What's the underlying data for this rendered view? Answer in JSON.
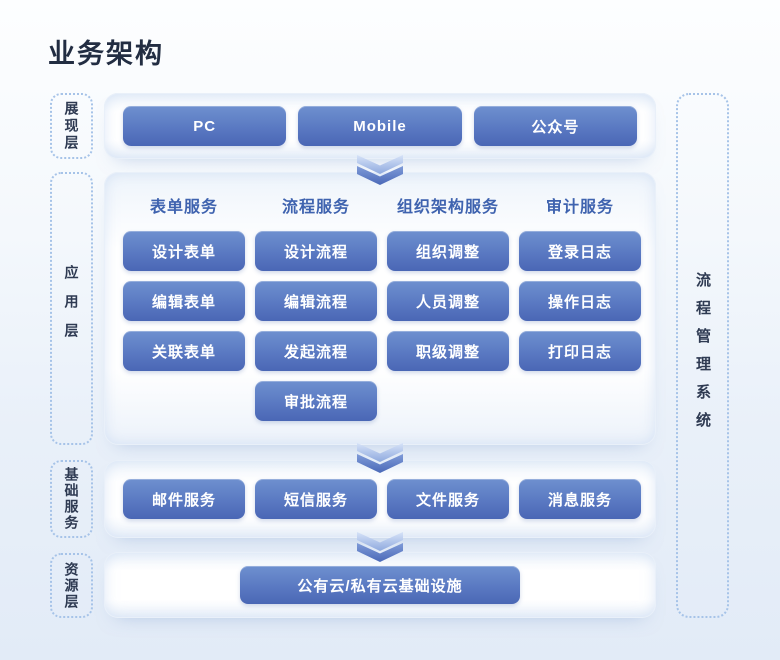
{
  "title": "业务架构",
  "colors": {
    "accent_blue": "#4a67b5",
    "accent_blue_light": "#6e90cf",
    "header_text": "#3f63af",
    "label_text": "#2e3a52",
    "dotted_border": "#a6c3e8",
    "background_bottom": "#e2ebf7"
  },
  "layers": [
    {
      "label": "展现层"
    },
    {
      "label": "应用层"
    },
    {
      "label": "基础服务"
    },
    {
      "label": "资源层"
    }
  ],
  "right_system": {
    "label": "流程管理系统"
  },
  "presentation": {
    "items": [
      "PC",
      "Mobile",
      "公众号"
    ]
  },
  "application": {
    "columns": [
      {
        "header": "表单服务",
        "items": [
          "设计表单",
          "编辑表单",
          "关联表单"
        ]
      },
      {
        "header": "流程服务",
        "items": [
          "设计流程",
          "编辑流程",
          "发起流程",
          "审批流程"
        ]
      },
      {
        "header": "组织架构服务",
        "items": [
          "组织调整",
          "人员调整",
          "职级调整"
        ]
      },
      {
        "header": "审计服务",
        "items": [
          "登录日志",
          "操作日志",
          "打印日志"
        ]
      }
    ]
  },
  "basic_services": {
    "items": [
      "邮件服务",
      "短信服务",
      "文件服务",
      "消息服务"
    ]
  },
  "resource": {
    "label": "公有云/私有云基础设施"
  }
}
